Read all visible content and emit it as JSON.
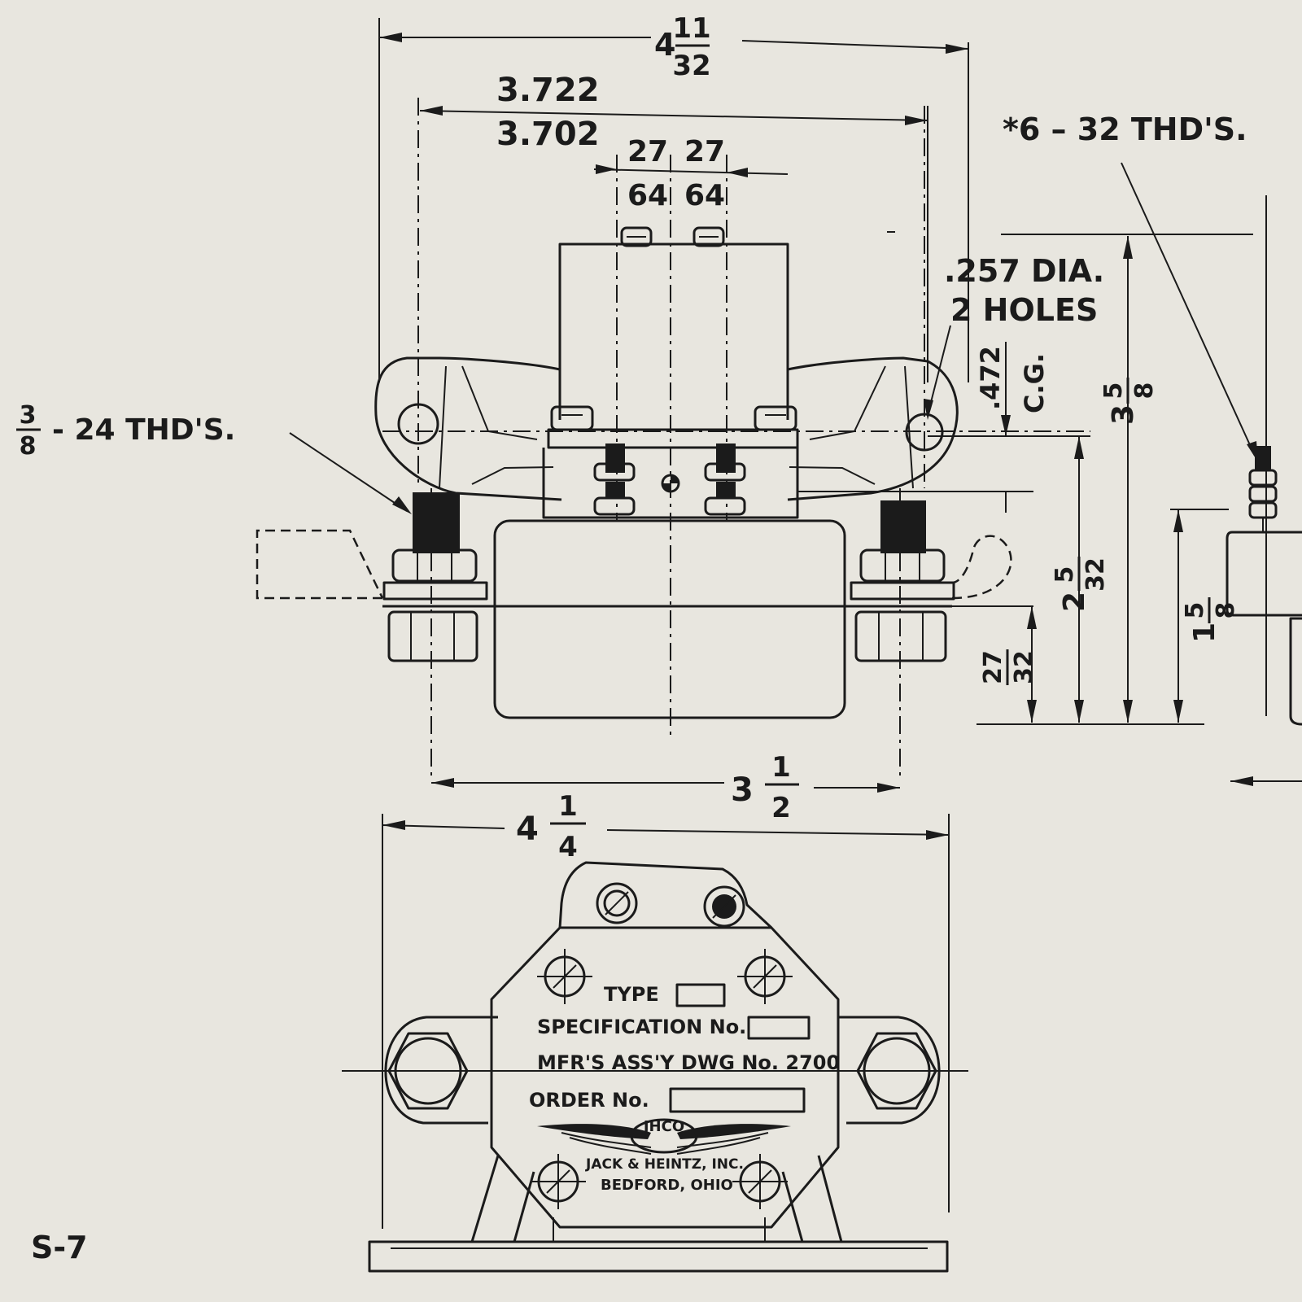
{
  "drawing": {
    "page_label": "S-7",
    "dimensions": {
      "overall_top_whole": "4",
      "overall_top_num": "11",
      "overall_top_den": "32",
      "inner_upper": "3.722",
      "inner_lower": "3.702",
      "offset_left_num": "27",
      "offset_left_den": "64",
      "offset_right_num": "27",
      "offset_right_den": "64",
      "hole_callout_1": ".257 DIA.",
      "hole_callout_2": "2 HOLES",
      "cg_value": ".472",
      "cg_label": "C.G.",
      "height_whole": "3",
      "height_num": "5",
      "height_den": "8",
      "center_height_whole": "2",
      "center_height_num": "5",
      "center_height_den": "32",
      "base_height_num": "27",
      "base_height_den": "32",
      "side_height_whole": "1",
      "side_height_num": "5",
      "side_height_den": "8",
      "mount_spacing_whole": "3",
      "mount_spacing_num": "1",
      "mount_spacing_den": "2",
      "base_width_whole": "4",
      "base_width_num": "1",
      "base_width_den": "4"
    },
    "callouts": {
      "left_thread_num": "3",
      "left_thread_den": "8",
      "left_thread_rest": "- 24  THD'S.",
      "right_thread": "*6 – 32  THD'S."
    },
    "nameplate": {
      "type_label": "TYPE",
      "spec_label": "SPECIFICATION No.",
      "dwg_label": "MFR'S ASS'Y DWG No. 2700",
      "order_label": "ORDER No.",
      "logo_text": "JHCO",
      "maker": "JACK & HEINTZ, INC.",
      "city": "BEDFORD, OHIO"
    }
  }
}
